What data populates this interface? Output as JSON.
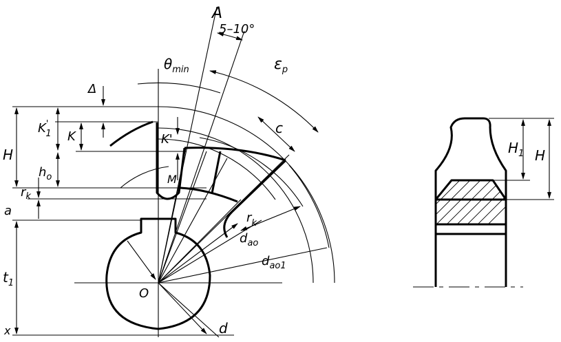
{
  "labels": {
    "A": "A",
    "angle_range": "5–10°",
    "theta": "θ",
    "theta_sub": "min",
    "epsilon": "ε",
    "epsilon_sub": "p",
    "delta": "Δ",
    "H": "H",
    "K1": "K",
    "K1_sup": "'",
    "K1_sub": "1",
    "K": "K",
    "K_prime": "K'",
    "c": "c",
    "h0": "h",
    "h0_sub": "o",
    "M": "M",
    "rk_left": "r",
    "rk_left_sub": "k",
    "a": "a",
    "rk_right": "r",
    "rk_right_sub": "k",
    "dao": "d",
    "dao_sub": "ao",
    "dao1": "d",
    "dao1_sub": "ao1",
    "t1": "t",
    "t1_sub": "1",
    "O": "O",
    "x": "x",
    "d": "d",
    "H1_right": "H",
    "H1_right_sub": "1",
    "H_right": "H"
  }
}
